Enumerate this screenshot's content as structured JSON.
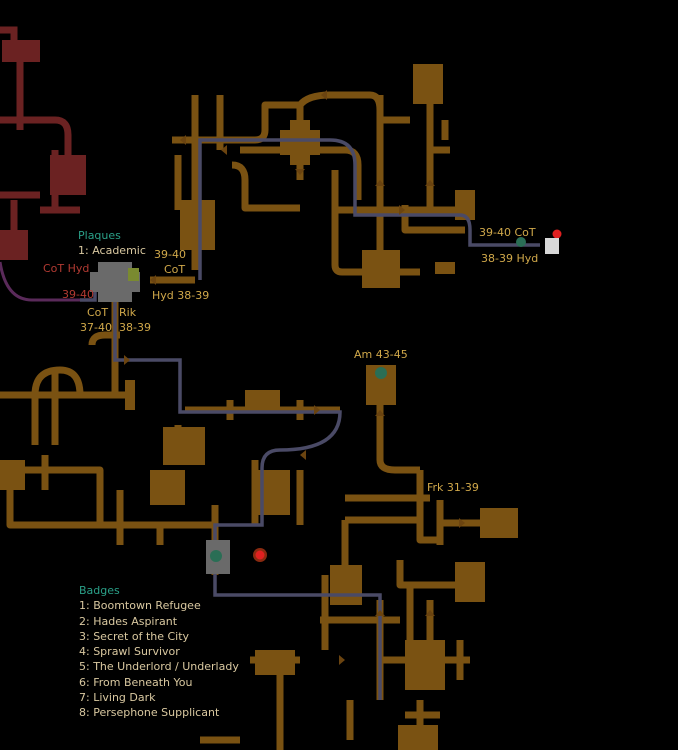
{
  "legend_plaques": {
    "title": "Plaques",
    "items": [
      "1: Academic"
    ]
  },
  "legend_badges": {
    "title": "Badges",
    "items": [
      "1: Boomtown Refugee",
      "2: Hades Aspirant",
      "3: Secret of the City",
      "4: Sprawl Survivor",
      "5: The Underlord / Underlady",
      "6: From Beneath You",
      "7: Living Dark",
      "8: Persephone Supplicant"
    ]
  },
  "zone_labels": {
    "cot_hyd_left": "CoT Hyd",
    "range_39_40_left": "39-40",
    "range_39_40_center": "39-40",
    "cot_center": "CoT",
    "hyd_38_39": "Hyd 38-39",
    "cot_37_40_a": "CoT",
    "cot_37_40_b": "37-40",
    "rik_a": "Rik",
    "rik_b": "38-39",
    "ne_top": "39-40 CoT",
    "ne_bottom": "38-39 Hyd",
    "am": "Am 43-45",
    "frk": "Frk 31-39"
  },
  "colors": {
    "background": "#000000",
    "corridor": "#7a5212",
    "foreign_corridor": "#6b2222",
    "path": "#4a4a66",
    "label_tan": "#d0a84a",
    "label_red": "#b23a32",
    "label_teal": "#2aa088",
    "list_text": "#d9c8a0",
    "marker_red": "#e02020",
    "marker_green": "#2a6e55"
  },
  "icons": [
    "red-dot-icon",
    "badge-icon",
    "plaque-icon",
    "zone-door-icon"
  ]
}
